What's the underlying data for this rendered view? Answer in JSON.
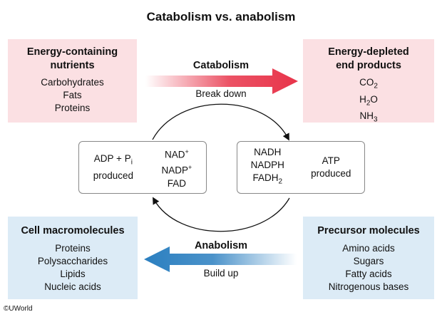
{
  "title": "Catabolism vs. anabolism",
  "energy_containing": {
    "heading": [
      "Energy-containing",
      "nutrients"
    ],
    "items": [
      "Carbohydrates",
      "Fats",
      "Proteins"
    ]
  },
  "energy_depleted": {
    "heading": [
      "Energy-depleted",
      "end products"
    ],
    "items": [
      "CO2",
      "H2O",
      "NH3"
    ]
  },
  "catabolism": {
    "label": "Catabolism",
    "sublabel": "Break down"
  },
  "anabolism": {
    "label": "Anabolism",
    "sublabel": "Build up"
  },
  "left_cycle_box": {
    "produced": [
      "ADP + Pi",
      "produced"
    ],
    "carriers": [
      "NAD+",
      "NADP+",
      "FAD"
    ]
  },
  "right_cycle_box": {
    "carriers": [
      "NADH",
      "NADPH",
      "FADH2"
    ],
    "produced": [
      "ATP",
      "produced"
    ]
  },
  "cell_macromolecules": {
    "heading": "Cell macromolecules",
    "items": [
      "Proteins",
      "Polysaccharides",
      "Lipids",
      "Nucleic acids"
    ]
  },
  "precursor_molecules": {
    "heading": "Precursor molecules",
    "items": [
      "Amino acids",
      "Sugars",
      "Fatty acids",
      "Nitrogenous bases"
    ]
  },
  "copyright": "©UWorld",
  "colors": {
    "catabolism_arrow": "#e8344a",
    "anabolism_arrow": "#2b7fc0",
    "pink_box": "#fbe0e3",
    "blue_box": "#dcebf6"
  }
}
